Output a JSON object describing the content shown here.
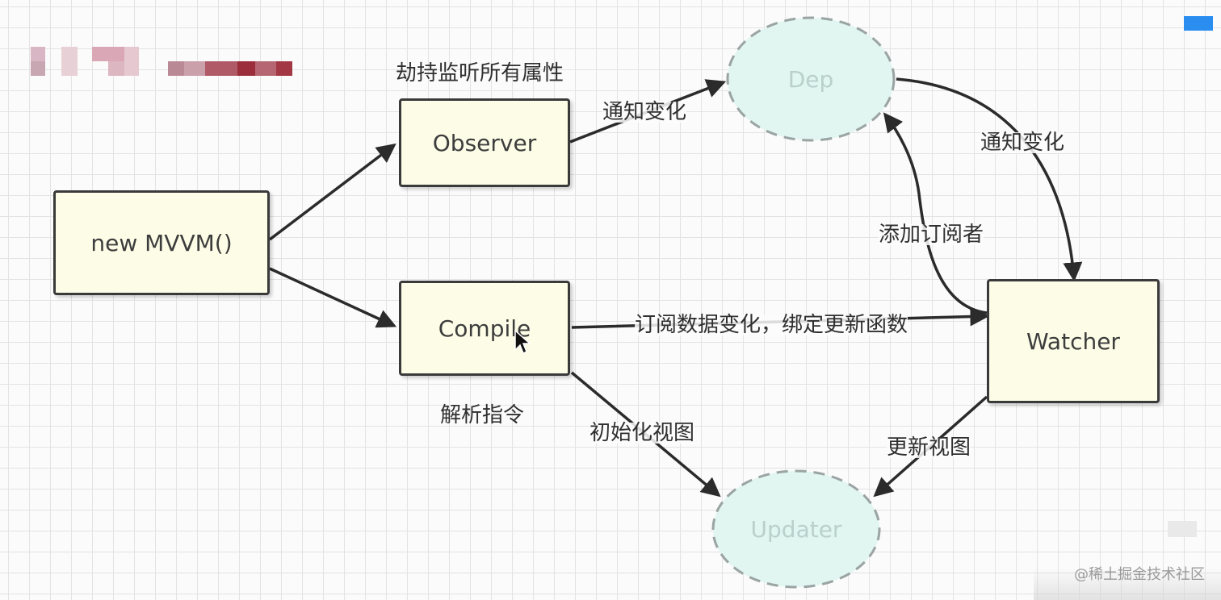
{
  "colors": {
    "box_fill": "#fdfde7",
    "box_border": "#3a3a3a",
    "ellipse_fill": "#e1f5f1",
    "ellipse_border": "#9aa4a2",
    "edge": "#2b2b2b",
    "ellipse_text": "#b9d0cd"
  },
  "nodes": {
    "mvvm": "new MVVM()",
    "observer": "Observer",
    "compile": "Compile",
    "dep": "Dep",
    "watcher": "Watcher",
    "updater": "Updater"
  },
  "labels": {
    "observer_caption": "劫持监听所有属性",
    "compile_caption": "解析指令",
    "observer_to_dep": "通知变化",
    "dep_to_watcher": "通知变化",
    "watcher_to_dep": "添加订阅者",
    "compile_to_watcher": "订阅数据变化，绑定更新函数",
    "compile_to_updater": "初始化视图",
    "watcher_to_updater": "更新视图"
  },
  "watermark": "@稀土掘金技术社区"
}
